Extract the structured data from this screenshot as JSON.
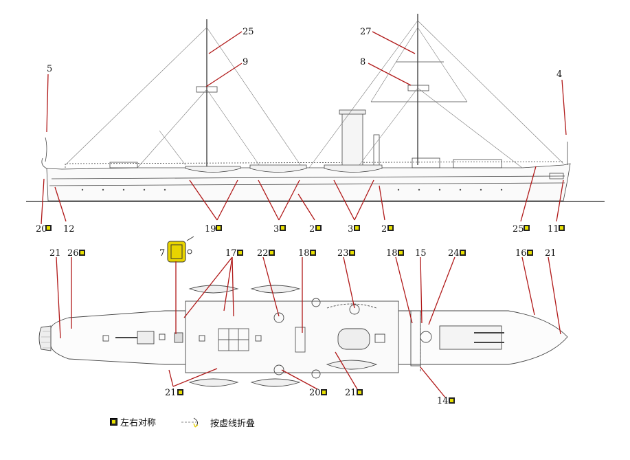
{
  "side_labels": [
    {
      "text": "25"
    },
    {
      "text": "9"
    },
    {
      "text": "27"
    },
    {
      "text": "8"
    },
    {
      "text": "5"
    },
    {
      "text": "4"
    },
    {
      "text": "20"
    },
    {
      "text": "12"
    },
    {
      "text": "19"
    },
    {
      "text": "3"
    },
    {
      "text": "2"
    },
    {
      "text": "3"
    },
    {
      "text": "2"
    },
    {
      "text": "25"
    },
    {
      "text": "11"
    }
  ],
  "top_labels": [
    {
      "text": "21"
    },
    {
      "text": "26"
    },
    {
      "text": "7"
    },
    {
      "text": "17"
    },
    {
      "text": "22"
    },
    {
      "text": "18"
    },
    {
      "text": "23"
    },
    {
      "text": "18"
    },
    {
      "text": "15"
    },
    {
      "text": "24"
    },
    {
      "text": "16"
    },
    {
      "text": "21"
    },
    {
      "text": "21"
    },
    {
      "text": "20"
    },
    {
      "text": "21"
    },
    {
      "text": "14"
    }
  ],
  "legend": {
    "symmetric": "左右对称",
    "fold": "按虚线折叠"
  },
  "colors": {
    "leader": "#b01818",
    "line": "#333333",
    "part7": "#e8d400"
  }
}
